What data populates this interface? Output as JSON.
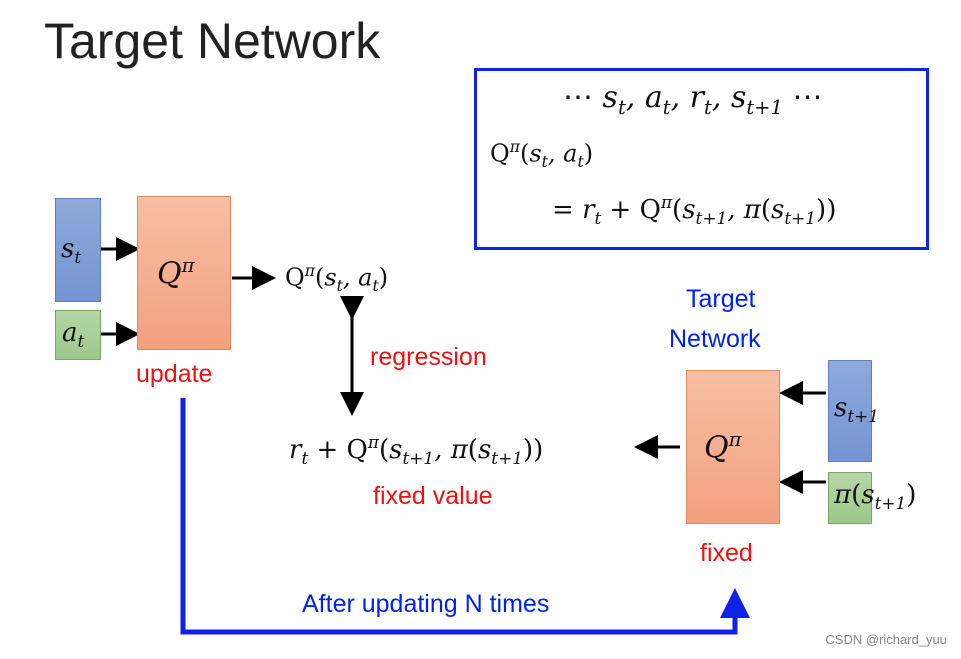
{
  "title": "Target Network",
  "formula_box": {
    "line1": "⋯ s_t, a_t, r_t, s_{t+1} ⋯",
    "line2": "Q^π(s_t, a_t)",
    "line3": "= r_t + Q^π(s_{t+1}, π(s_{t+1}))"
  },
  "left_network": {
    "input_state": "s_t",
    "input_action": "a_t",
    "label": "Q^π",
    "output": "Q^π(s_t, a_t)",
    "status_label": "update"
  },
  "middle": {
    "regression_label": "regression",
    "target_expression": "r_t + Q^π(s_{t+1}, π(s_{t+1}))",
    "fixed_value_label": "fixed value"
  },
  "target_network": {
    "title_line1": "Target",
    "title_line2": "Network",
    "label": "Q^π",
    "input_state": "s_{t+1}",
    "input_action": "π(s_{t+1})",
    "status_label": "fixed"
  },
  "bottom": {
    "update_label": "After updating N times"
  },
  "watermark": "CSDN @richard_yuu",
  "colors": {
    "accent_blue": "#1021e8",
    "label_red": "#ee1111",
    "state_box": "#8eaadb",
    "action_box": "#b6d7a8",
    "network_box": "#f4b183"
  }
}
